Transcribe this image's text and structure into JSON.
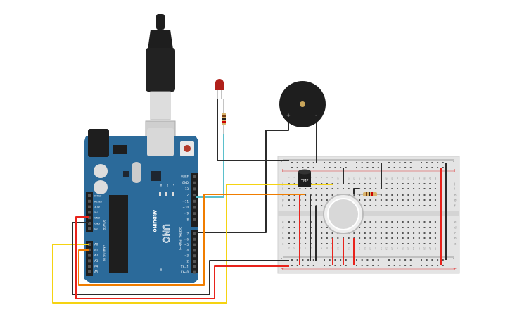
{
  "arduino": {
    "brand": "ARDUINO",
    "model": "UNO",
    "digital_label": "DIGITAL (PWM~)",
    "power_label": "POWER",
    "analog_label": "ANALOG IN",
    "on_label": "ON",
    "led_labels": [
      "RX",
      "TX",
      "L"
    ],
    "digital_pins": [
      "AREF",
      "GND",
      "13",
      "12",
      "~11",
      "~10",
      "~9",
      "8",
      "7",
      "~6",
      "~5",
      "4",
      "~3",
      "2",
      "TX→1",
      "RX←0"
    ],
    "power_pins": [
      "IOREF",
      "RESET",
      "3.3V",
      "5V",
      "GND",
      "GND",
      "Vin"
    ],
    "analog_pins": [
      "A0",
      "A1",
      "A2",
      "A3",
      "A4",
      "A5"
    ],
    "color": "#2b6a9a"
  },
  "breadboard": {
    "row_labels_top": [
      "j",
      "i",
      "h",
      "g",
      "f"
    ],
    "row_labels_bottom": [
      "e",
      "d",
      "c",
      "b",
      "a"
    ],
    "rail_minus": "-",
    "rail_plus": "+"
  },
  "temp_sensor": {
    "label": "TMP"
  },
  "buzzer": {
    "plus": "+",
    "minus": "-"
  },
  "wire_colors": {
    "red": "#e8231c",
    "black": "#2b2b2b",
    "yellow": "#f5d312",
    "orange": "#f07d00",
    "cyan": "#5bc0cc"
  }
}
